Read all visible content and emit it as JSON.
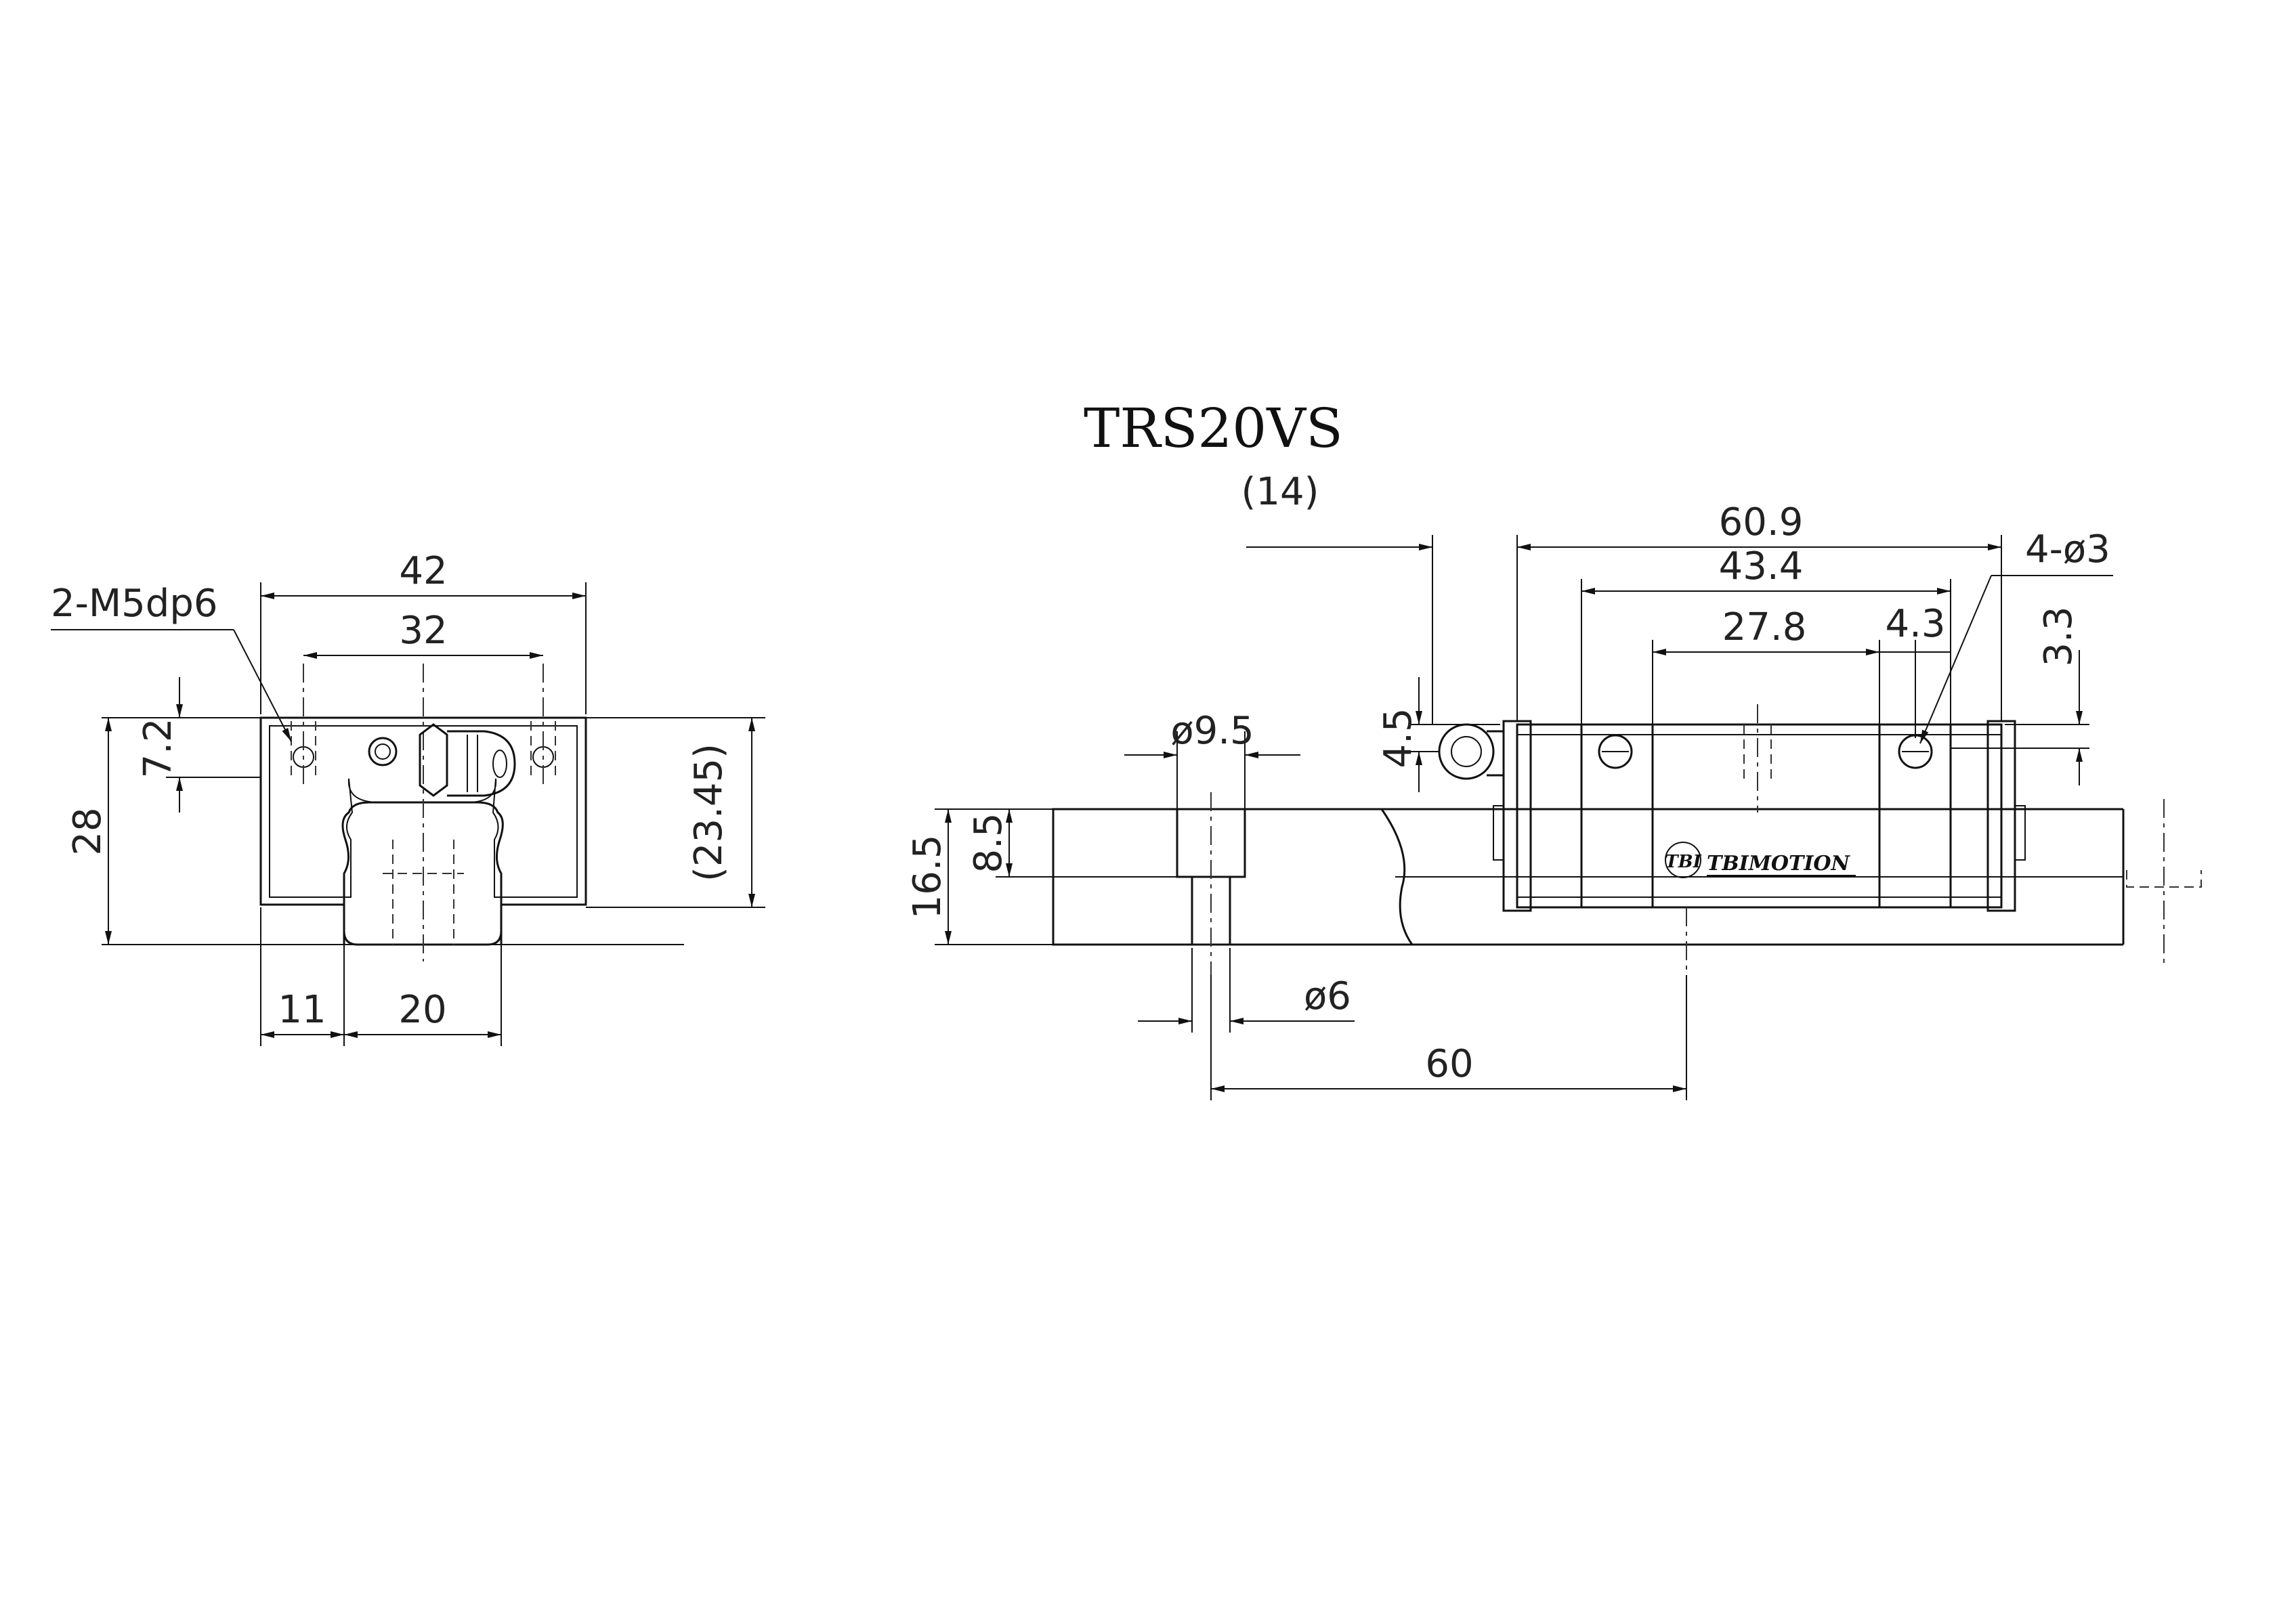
{
  "title": "TRS20VS",
  "brand_text": "TBIMOTION",
  "brand_logo_text": "TBI",
  "end_view": {
    "width": "42",
    "mount_pitch": "32",
    "thread_note": "2-M5dp6",
    "thread_depth": "7.2",
    "height": "28",
    "block_height_ref": "(23.45)",
    "rail_edge_offset": "11",
    "rail_width": "20"
  },
  "side_view": {
    "nipple_projection": "(14)",
    "block_length": "60.9",
    "body_length": "43.4",
    "hole_pitch": "27.8",
    "hole_offset": "4.3",
    "screw_note": "4-ø3",
    "screw_height": "3.3",
    "nipple_height": "4.5",
    "counterbore_dia": "ø9.5",
    "rail_height": "16.5",
    "counterbore_depth": "8.5",
    "hole_dia": "ø6",
    "rail_pitch": "60"
  }
}
